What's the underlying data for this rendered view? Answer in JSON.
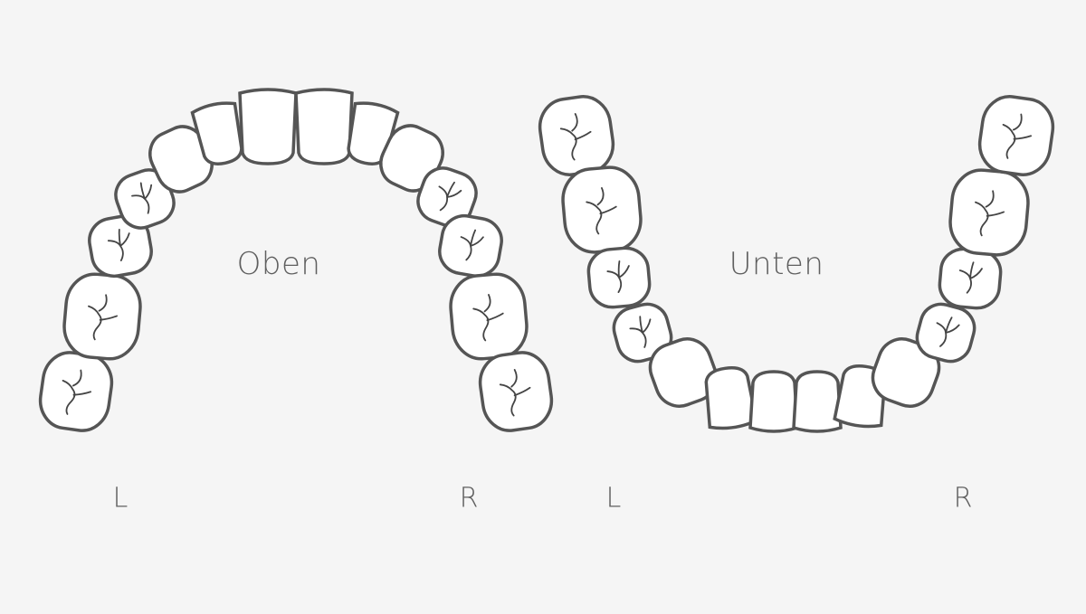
{
  "upper_jaw": {
    "label": "Oben",
    "left_label": "L",
    "right_label": "R",
    "tooth_count": 14
  },
  "lower_jaw": {
    "label": "Unten",
    "left_label": "L",
    "right_label": "R",
    "tooth_count": 14
  },
  "colors": {
    "background": "#f5f5f5",
    "outline": "#555555",
    "tooth_fill": "#ffffff",
    "text": "#5f5f5f"
  }
}
